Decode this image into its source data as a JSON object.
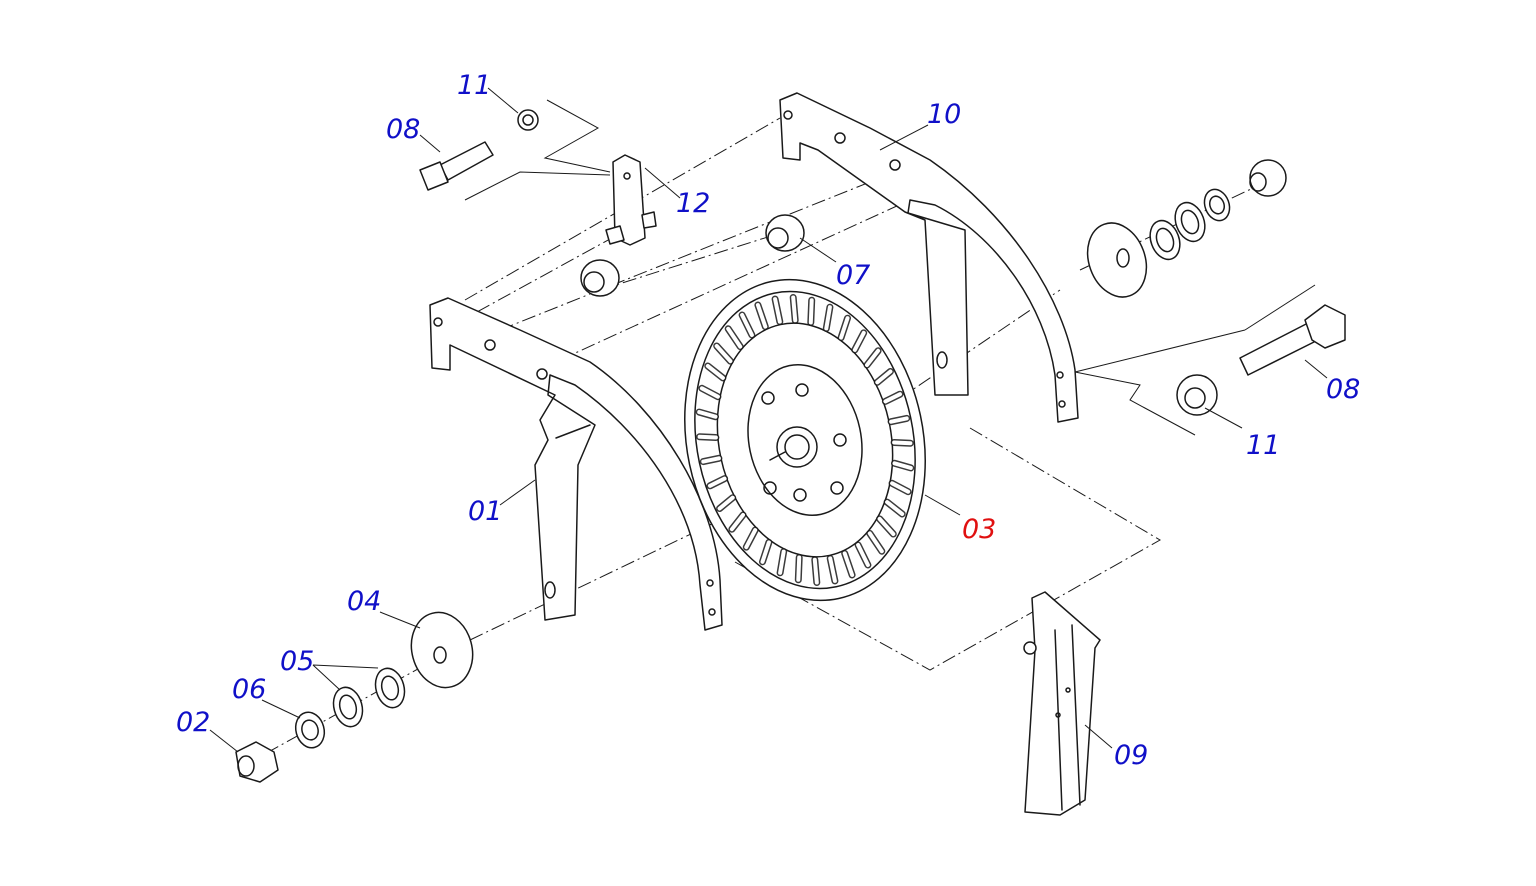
{
  "colors": {
    "callout": "#1010c8",
    "callout_highlight": "#e01010",
    "line": "#1a1a1a",
    "background": "#ffffff"
  },
  "callouts": {
    "c11_top": "11",
    "c08_top": "08",
    "c12": "12",
    "c10": "10",
    "c07": "07",
    "c08_right": "08",
    "c11_right": "11",
    "c01": "01",
    "c03": "03",
    "c04": "04",
    "c05": "05",
    "c06": "06",
    "c02": "02",
    "c09": "09"
  }
}
